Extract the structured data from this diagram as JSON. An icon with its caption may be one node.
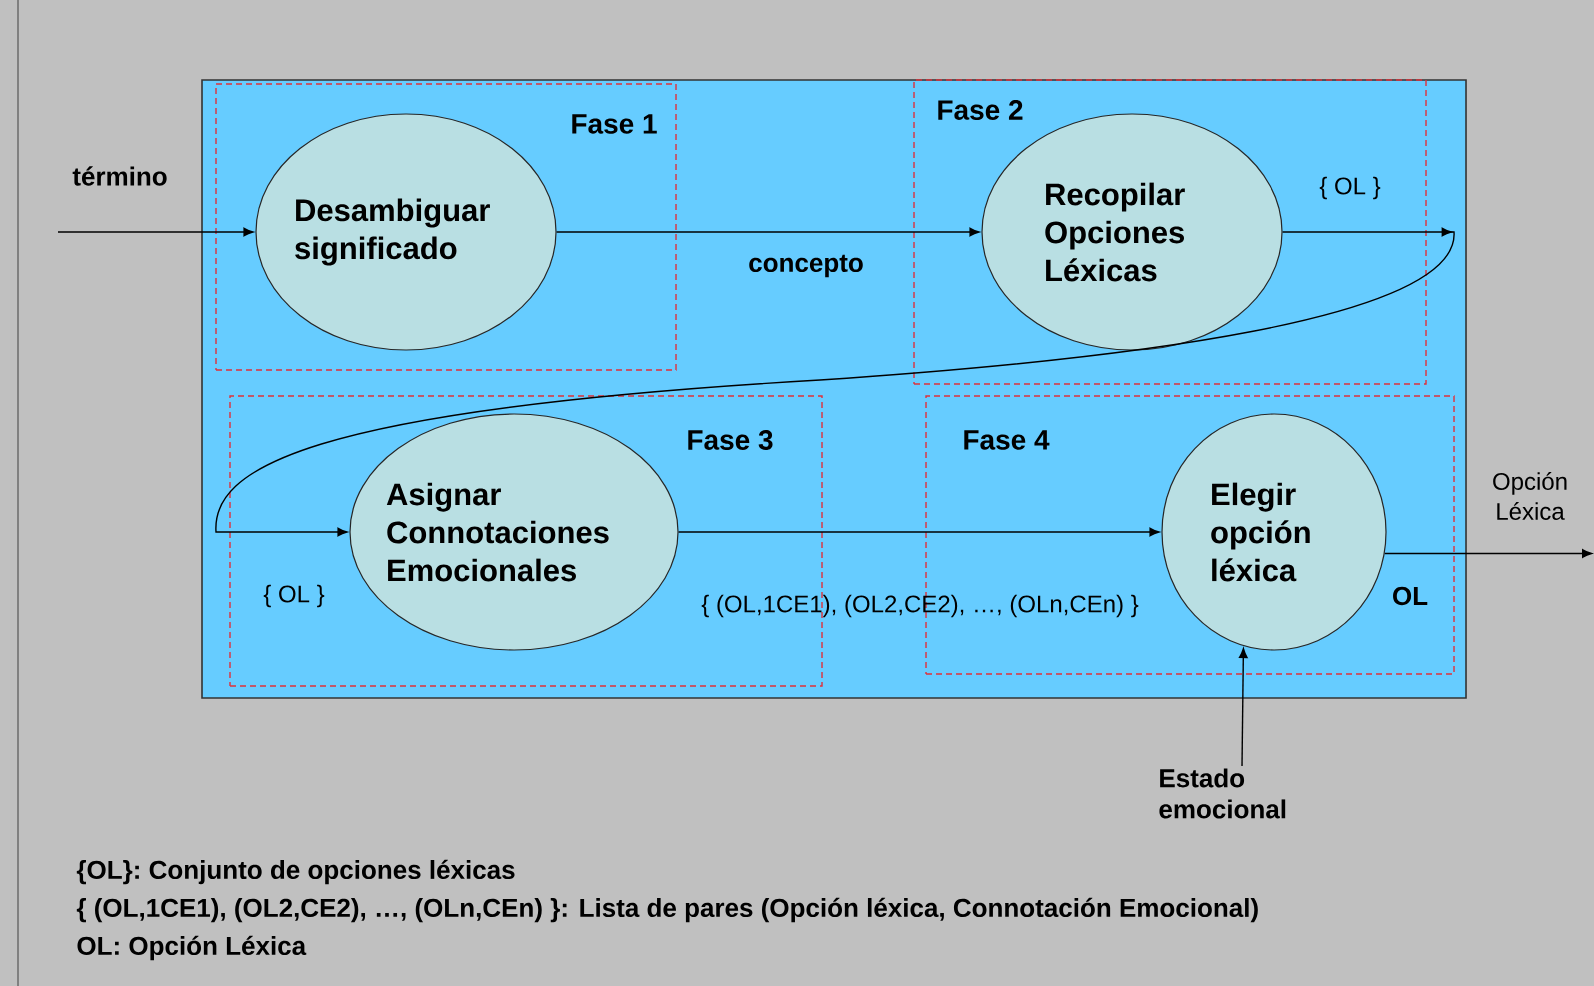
{
  "diagram": {
    "nodes": [
      {
        "text": [],
        "shape": "box"
      },
      {
        "text": [
          "Fase 1"
        ],
        "in": 0
      },
      {
        "text": [
          "Desambiguar significado"
        ],
        "in": 1
      },
      {
        "text": [
          "Fase 2"
        ],
        "in": 0
      },
      {
        "text": [
          "Recopilar Opciones Léxicas"
        ],
        "in": 3
      },
      {
        "text": [
          "Fase 3"
        ],
        "in": 0
      },
      {
        "text": [
          "Asignar Connotaciones Emocionales"
        ],
        "in": 5
      },
      {
        "text": [
          "Fase 4"
        ],
        "in": 0
      },
      {
        "text": [
          "Elegir opción léxica"
        ],
        "in": 7
      },
      {
        "text": [
          "Estado emocional"
        ]
      }
    ],
    "edges": [
      {
        "from": null,
        "to": 2,
        "arrow": "to",
        "label": "término"
      },
      {
        "from": 2,
        "to": 4,
        "arrow": "to",
        "label": "concepto"
      },
      {
        "from": 4,
        "to": 6,
        "arrow": "to",
        "label": "{ OL }"
      },
      {
        "from": 6,
        "to": 8,
        "arrow": "to",
        "label": "{ (OL,1CE1), (OL2,CE2),  …,  (OLn,CEn) }"
      },
      {
        "from": 8,
        "to": null,
        "arrow": "to",
        "label": "Opción Léxica"
      },
      {
        "from": 9,
        "to": 8,
        "arrow": "to"
      }
    ],
    "labels": [
      "{ OL }",
      "OL",
      "{OL}: Conjunto de opciones léxicas",
      "{ (OL,1CE1), (OL2,CE2), …, (OLn,CEn) }: Lista de pares (Opción léxica, Connotación Emocional)",
      "OL: Opción Léxica"
    ]
  }
}
